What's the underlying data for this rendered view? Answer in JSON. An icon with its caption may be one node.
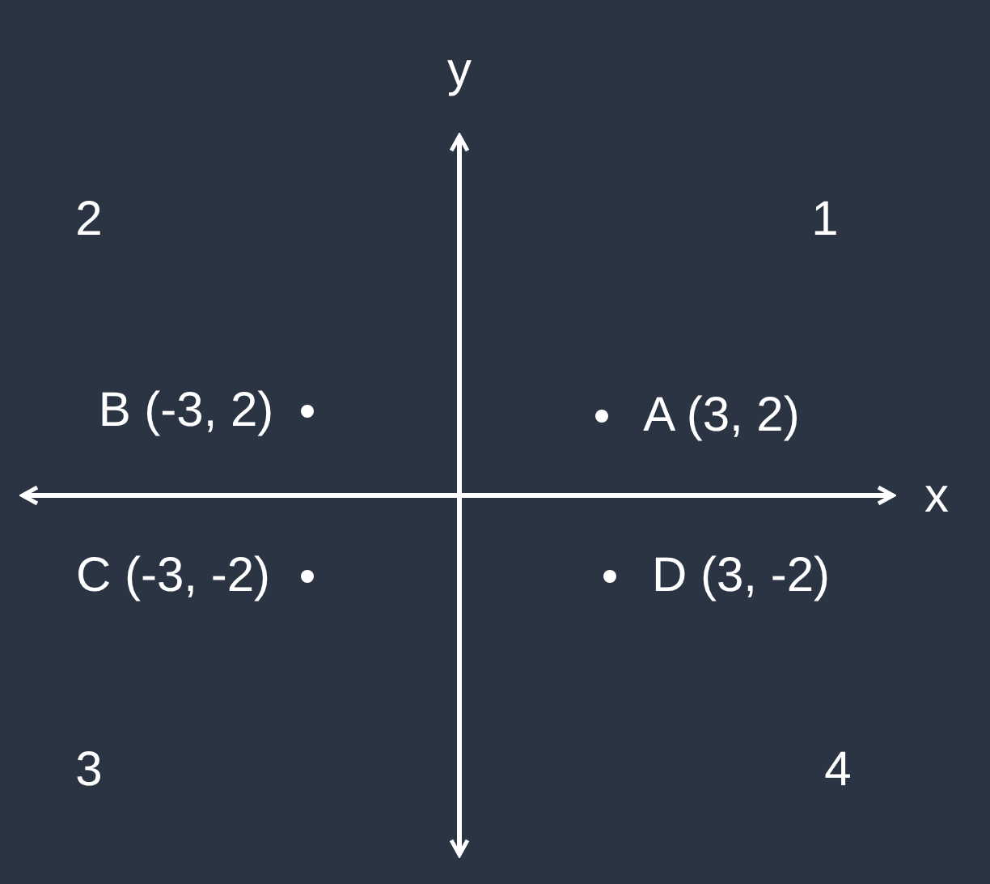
{
  "diagram": {
    "labels": [
      "y",
      "2",
      "1",
      "B (-3, 2)",
      "A (3, 2)",
      "x",
      "C (-3, -2)",
      "D (3, -2)",
      "3",
      "4"
    ]
  }
}
